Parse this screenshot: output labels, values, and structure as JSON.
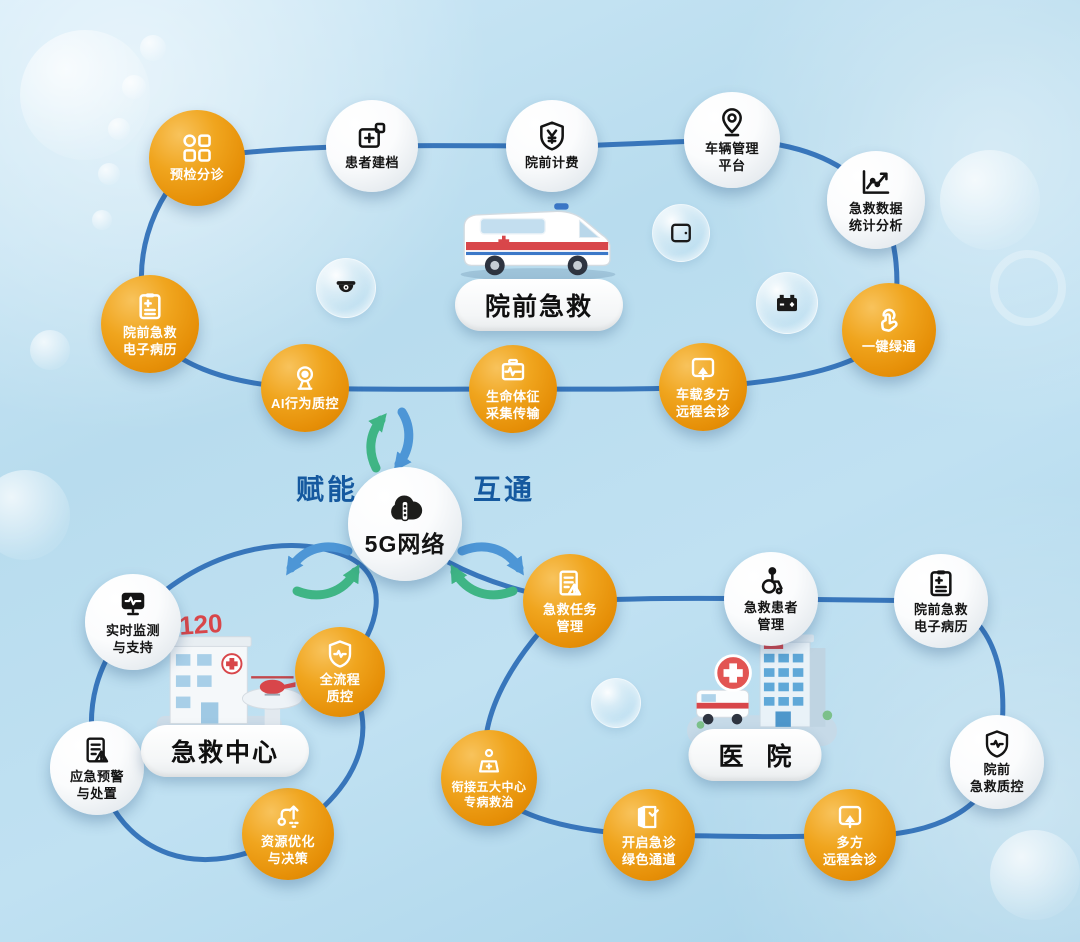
{
  "center": {
    "label": "5G网络",
    "left_text": "赋能",
    "right_text": "互通",
    "icon": "cloud-5g-icon"
  },
  "groups": {
    "prehospital": {
      "label": "院前急救"
    },
    "ems_center": {
      "label": "急救中心"
    },
    "hospital": {
      "label": "医 院"
    }
  },
  "nodes": [
    {
      "id": "triage",
      "label": "预检分诊",
      "style": "orange",
      "icon": "triage-grid-icon"
    },
    {
      "id": "patient-archive",
      "label": "患者建档",
      "style": "white",
      "icon": "patient-file-icon"
    },
    {
      "id": "prehospital-billing",
      "label": "院前计费",
      "style": "white",
      "icon": "shield-yuan-icon"
    },
    {
      "id": "vehicle-platform",
      "label": "车辆管理\n平台",
      "style": "white",
      "icon": "map-pin-icon"
    },
    {
      "id": "ems-data-analysis",
      "label": "急救数据\n统计分析",
      "style": "white",
      "icon": "trend-chart-icon"
    },
    {
      "id": "one-key-green",
      "label": "一键绿通",
      "style": "orange",
      "icon": "tap-hand-icon"
    },
    {
      "id": "prehospital-emr-left",
      "label": "院前急救\n电子病历",
      "style": "orange",
      "icon": "clipboard-icon"
    },
    {
      "id": "ai-behavior-qc",
      "label": "AI行为质控",
      "style": "orange",
      "icon": "webcam-icon"
    },
    {
      "id": "vital-signs",
      "label": "生命体征\n采集传输",
      "style": "orange",
      "icon": "vitals-monitor-icon"
    },
    {
      "id": "vehicle-consult",
      "label": "车载多方\n远程会诊",
      "style": "orange",
      "icon": "screen-cast-icon"
    },
    {
      "id": "realtime-monitor",
      "label": "实时监测\n与支持",
      "style": "white",
      "icon": "monitor-wave-icon"
    },
    {
      "id": "full-process-qc",
      "label": "全流程\n质控",
      "style": "orange",
      "icon": "shield-wave-icon"
    },
    {
      "id": "emergency-warning",
      "label": "应急预警\n与处置",
      "style": "white",
      "icon": "doc-alert-icon"
    },
    {
      "id": "resource-optimize",
      "label": "资源优化\n与决策",
      "style": "orange",
      "icon": "route-decision-icon"
    },
    {
      "id": "ems-task-mgmt",
      "label": "急救任务\n管理",
      "style": "orange",
      "icon": "doc-alert-icon"
    },
    {
      "id": "ems-patient-mgmt",
      "label": "急救患者\n管理",
      "style": "white",
      "icon": "wheelchair-icon"
    },
    {
      "id": "prehospital-emr-right",
      "label": "院前急救\n电子病历",
      "style": "white",
      "icon": "clipboard-icon"
    },
    {
      "id": "five-centers",
      "label": "衔接五大中心\n专病救治",
      "style": "orange",
      "icon": "first-aid-icon"
    },
    {
      "id": "green-channel",
      "label": "开启急诊\n绿色通道",
      "style": "orange",
      "icon": "door-check-icon"
    },
    {
      "id": "multi-consult",
      "label": "多方\n远程会诊",
      "style": "orange",
      "icon": "screen-cast-icon"
    },
    {
      "id": "prehospital-qc",
      "label": "院前\n急救质控",
      "style": "white",
      "icon": "shield-wave-icon"
    }
  ],
  "illustrations": {
    "building_120_text": "120",
    "items": [
      "ambulance-illustration",
      "ems-center-building-illustration",
      "hospital-building-illustration"
    ]
  },
  "bubbles": [
    {
      "icon": "dome-camera-icon"
    },
    {
      "icon": "tablet-icon"
    },
    {
      "icon": "car-battery-icon"
    },
    {
      "icon": "plain-bubble"
    }
  ],
  "colors": {
    "node_orange": "#EC9A10",
    "line_blue": "#2D6CB6",
    "arrow_green": "#3FB585",
    "arrow_blue": "#4D96D6",
    "label_blue": "#15599F",
    "background": "#BDDFF0"
  }
}
